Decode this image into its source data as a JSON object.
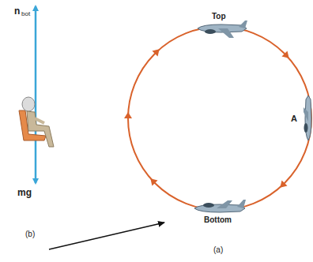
{
  "diagram": {
    "labels": [
      "n",
      "bot",
      "mg",
      "(b)",
      "Top",
      "A",
      "Bottom",
      "(a)"
    ]
  }
}
